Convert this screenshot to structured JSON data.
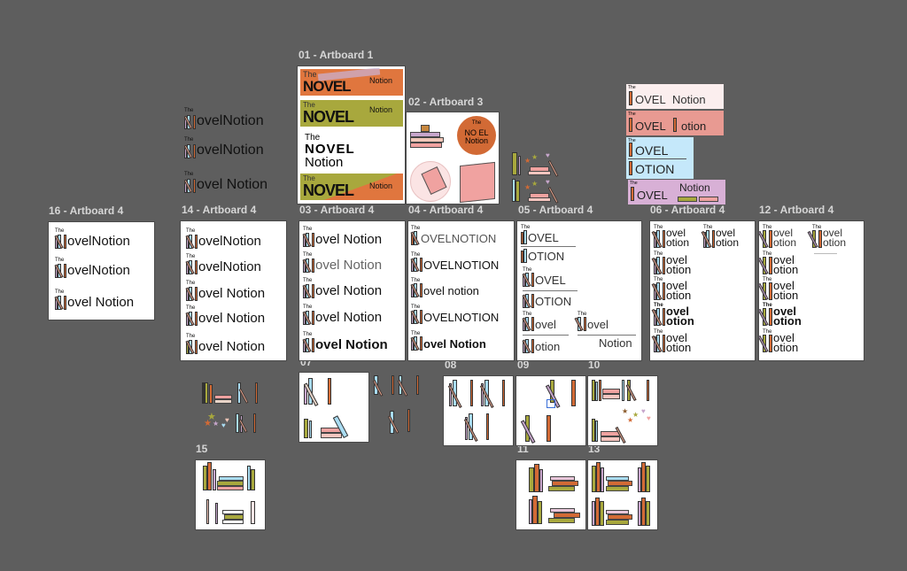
{
  "canvas": {
    "background": "#5e5e5e"
  },
  "artboards": [
    {
      "id": "ab01",
      "label": "01 - Artboard 1"
    },
    {
      "id": "ab02",
      "label": "02 - Artboard 3"
    },
    {
      "id": "ab03",
      "label": "03 - Artboard 4"
    },
    {
      "id": "ab04",
      "label": "04 - Artboard 4"
    },
    {
      "id": "ab05",
      "label": "05 - Artboard 4"
    },
    {
      "id": "ab06",
      "label": "06 - Artboard 4"
    },
    {
      "id": "ab12",
      "label": "12 - Artboard 4"
    },
    {
      "id": "ab14",
      "label": "14 - Artboard 4"
    },
    {
      "id": "ab16",
      "label": "16 - Artboard 4"
    },
    {
      "id": "ab07",
      "label": "07"
    },
    {
      "id": "ab08",
      "label": "08"
    },
    {
      "id": "ab09",
      "label": "09"
    },
    {
      "id": "ab10",
      "label": "10"
    },
    {
      "id": "ab11",
      "label": "11"
    },
    {
      "id": "ab13",
      "label": "13"
    },
    {
      "id": "ab15",
      "label": "15"
    }
  ],
  "logo": {
    "the": "The",
    "novel_caps": "OVEL",
    "notion_caps": "OTION",
    "novel_lower": "ovel",
    "notion_lower": "otion",
    "notion": "Notion",
    "notion_caps_full": "NOTION",
    "notion_lc_full": "notion",
    "novelnotion": "ovelNotion",
    "novel_sp_notion": "ovel Notion",
    "the_novel_big": "NOVEL",
    "novel_spaced": "NO  EL"
  },
  "stickers": {
    "book_stack_text": "The Novel Notion",
    "circle_the": "The",
    "circle_novel": "NO EL",
    "circle_notion": "Notion"
  },
  "colors": {
    "orange": "#d26a35",
    "olive": "#a8a83d",
    "lavender": "#c7a6cc",
    "sky": "#a9dcf2",
    "pink": "#f0a2a0",
    "blush": "#fbeeee",
    "salmon": "#e89a92",
    "lightblue": "#c5e8fa",
    "lilac": "#d8b0d6"
  }
}
